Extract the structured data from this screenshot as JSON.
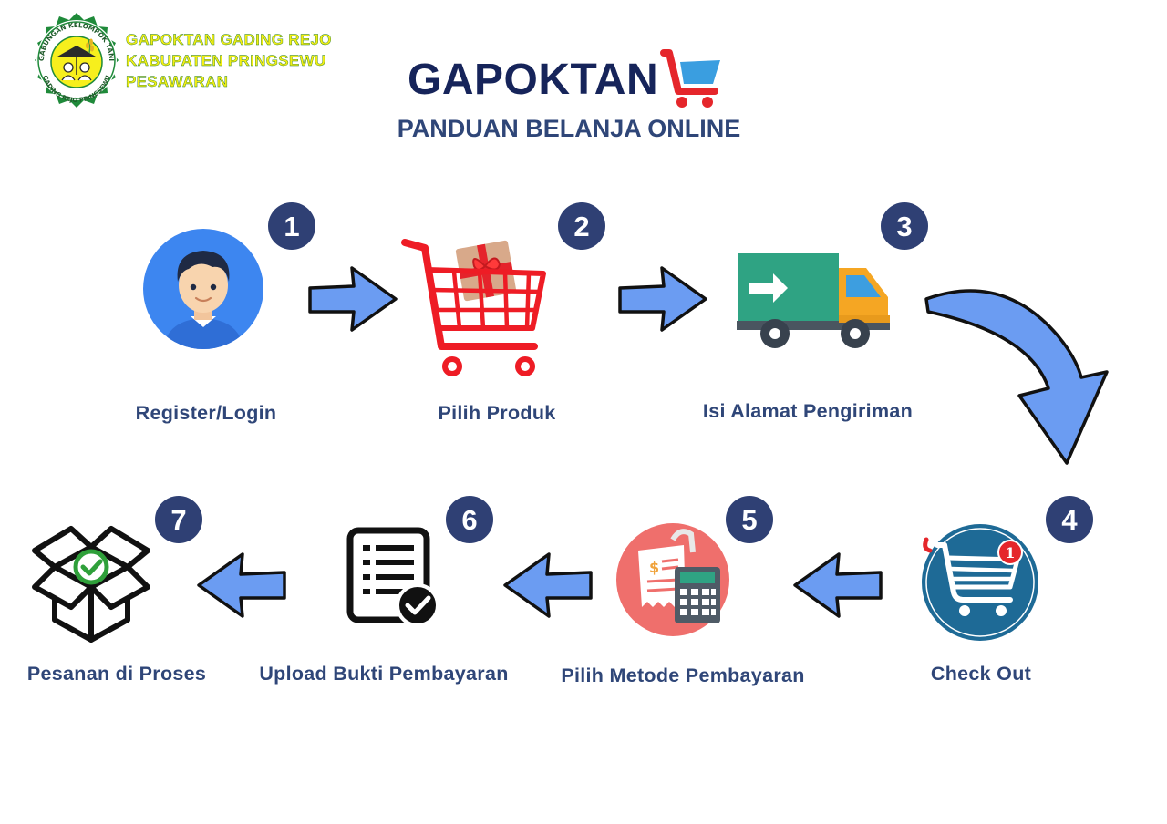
{
  "header": {
    "org_lines": [
      "GAPOKTAN GADING REJO",
      "KABUPATEN PRINGSEWU",
      "PESAWARAN"
    ],
    "brand": "GAPOKTAN",
    "subtitle": "PANDUAN BELANJA ONLINE"
  },
  "logo": {
    "top_arc": "GABUNGAN KELOMPOK TANI",
    "bottom_arc": "GADING REJO PRINGSEWU"
  },
  "steps": [
    {
      "number": "1",
      "label": "Register/Login",
      "icon": "user-avatar-icon"
    },
    {
      "number": "2",
      "label": "Pilih Produk",
      "icon": "shopping-cart-gift-icon"
    },
    {
      "number": "3",
      "label": "Isi Alamat Pengiriman",
      "icon": "delivery-truck-icon"
    },
    {
      "number": "4",
      "label": "Check Out",
      "icon": "checkout-cart-icon"
    },
    {
      "number": "5",
      "label": "Pilih Metode Pembayaran",
      "icon": "bill-calculator-icon"
    },
    {
      "number": "6",
      "label": "Upload Bukti Pembayaran",
      "icon": "document-check-icon"
    },
    {
      "number": "7",
      "label": "Pesanan di Proses",
      "icon": "open-box-check-icon"
    }
  ],
  "colors": {
    "badge": "#2f4074",
    "arrow": "#6b9cf2",
    "title": "#16245a",
    "label": "#2f4678",
    "org_text": "#f4ee14"
  }
}
